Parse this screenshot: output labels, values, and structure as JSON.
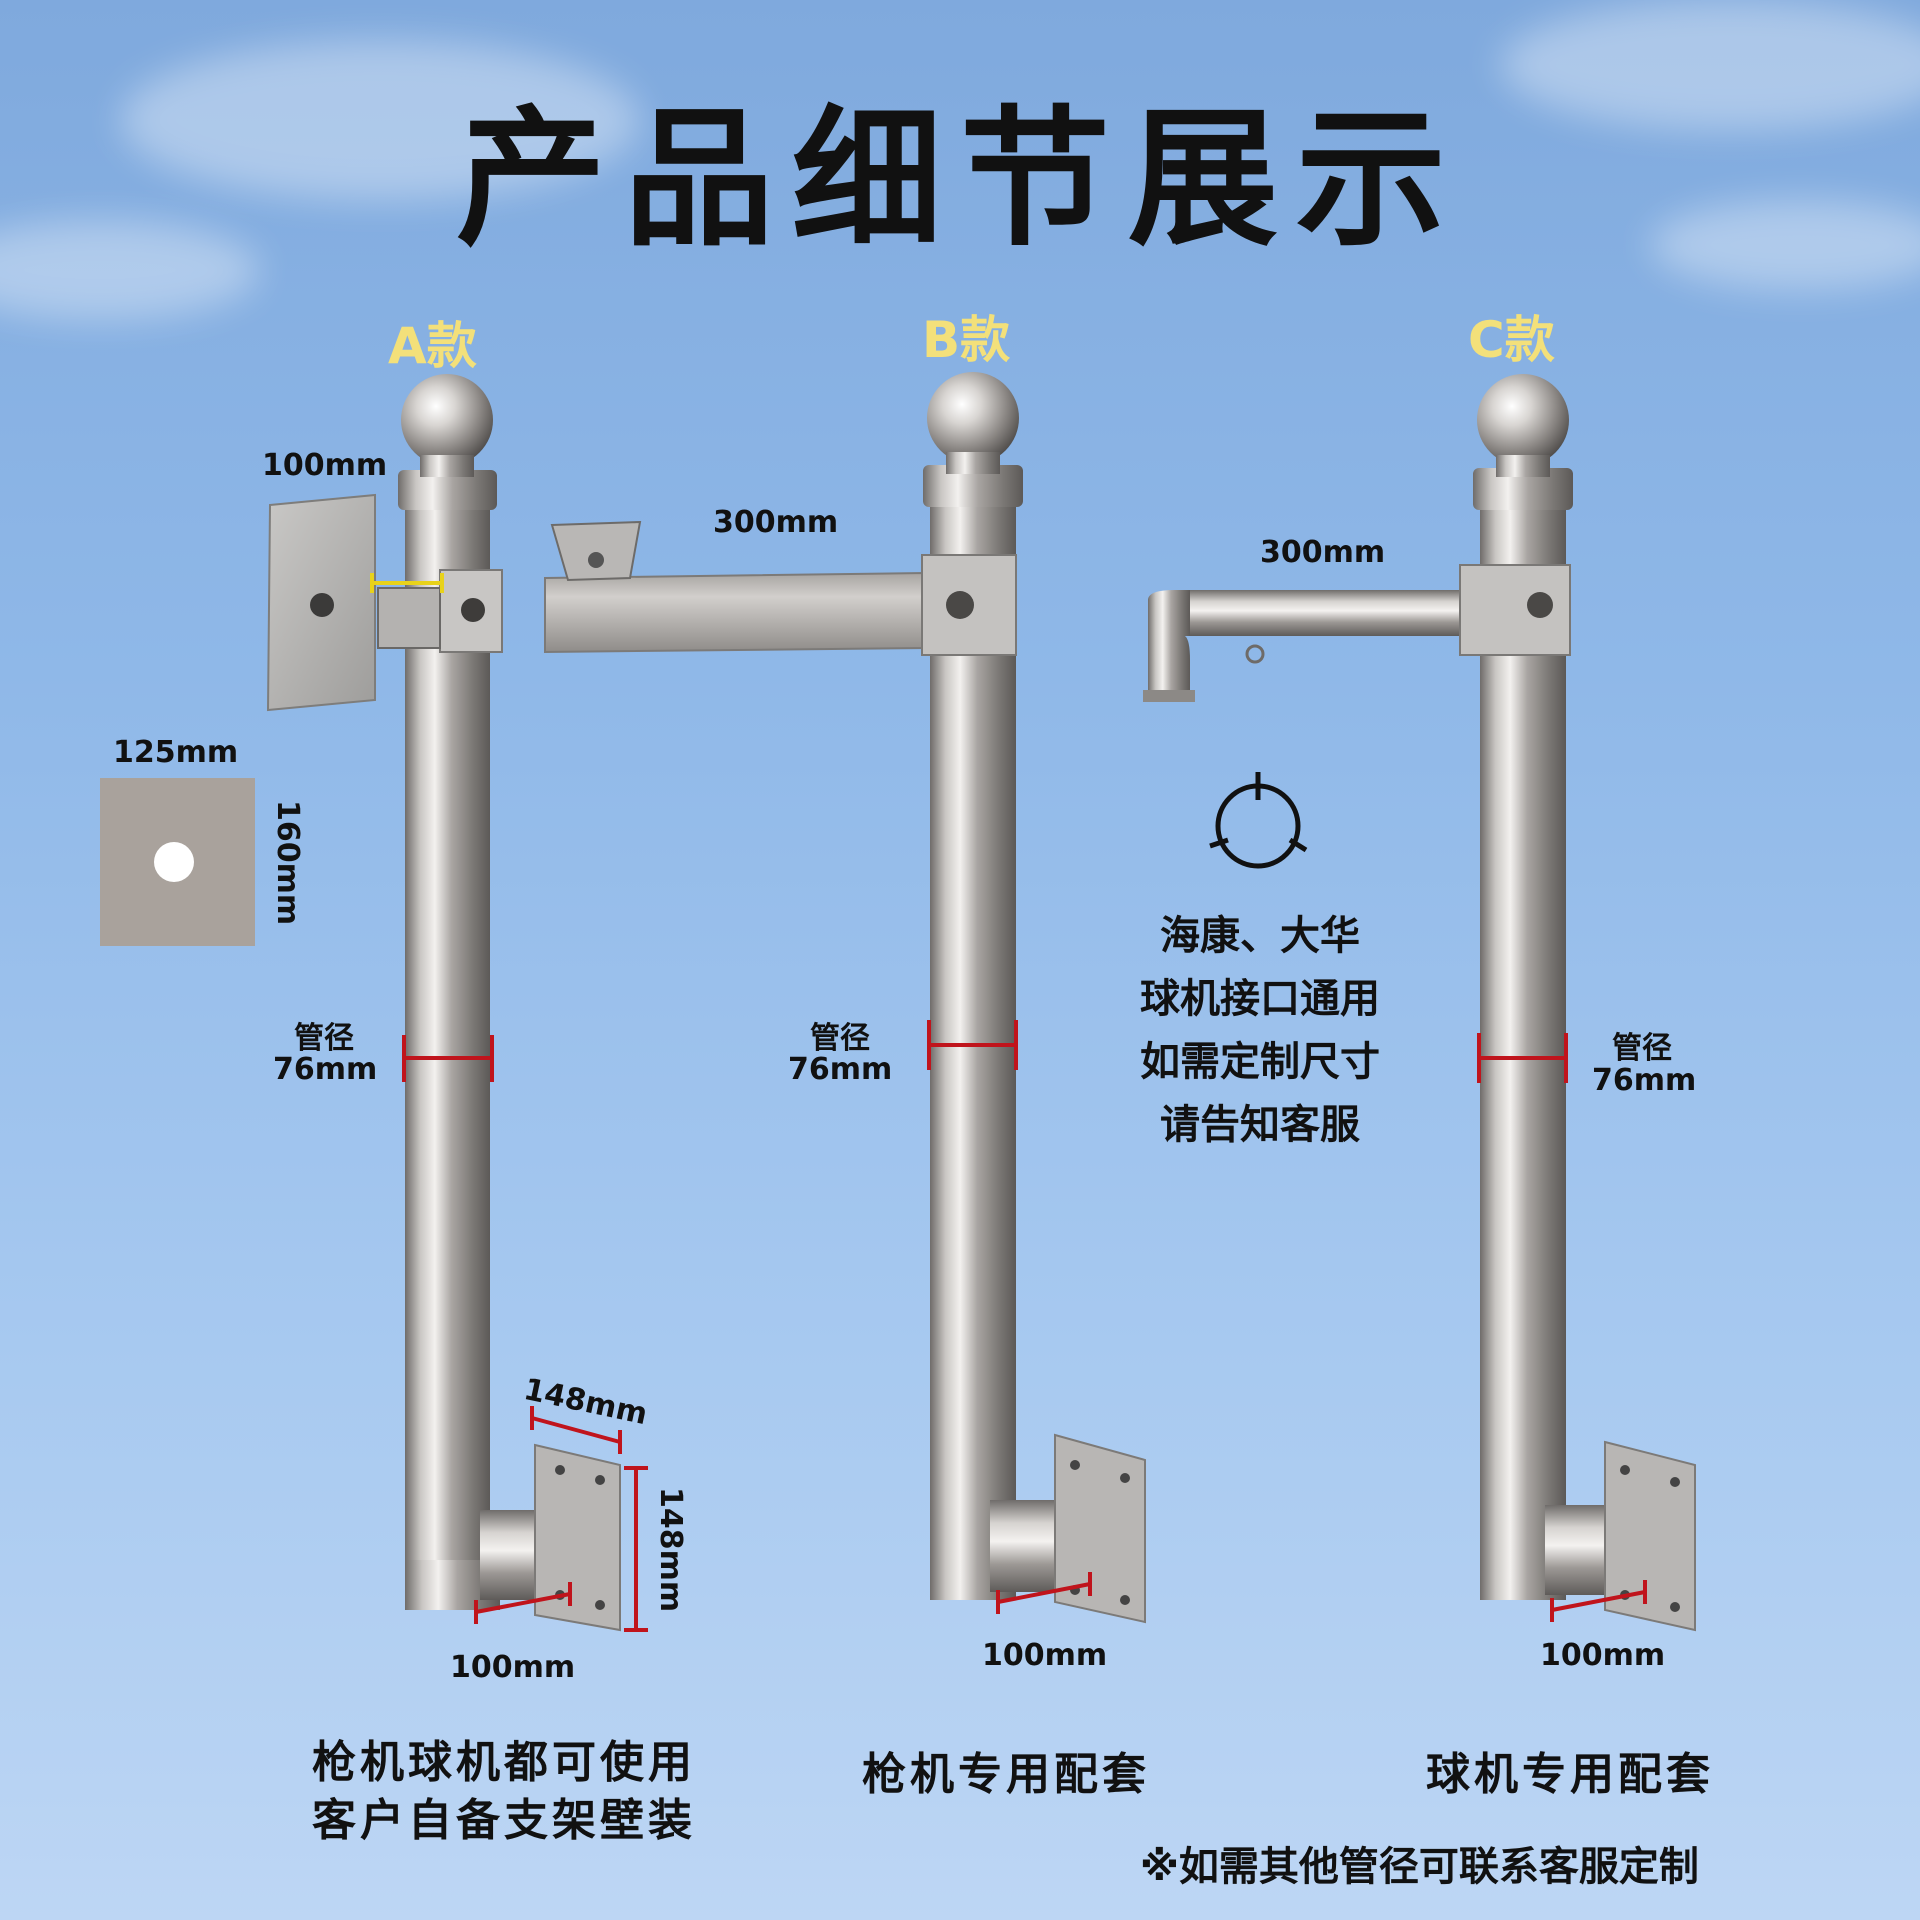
{
  "title": "产品细节展示",
  "variants": [
    {
      "label": "A款",
      "dims": {
        "plate_top_width": "100mm",
        "plate_width": "125mm",
        "plate_height": "160mm",
        "pipe_diameter_label": "管径",
        "pipe_diameter_value": "76mm",
        "base_width": "148mm",
        "base_height": "148mm",
        "base_depth": "100mm"
      },
      "caption": [
        "枪机球机都可使用",
        "客户自备支架壁装"
      ]
    },
    {
      "label": "B款",
      "dims": {
        "arm_length": "300mm",
        "pipe_diameter_label": "管径",
        "pipe_diameter_value": "76mm",
        "base_depth": "100mm"
      },
      "caption": [
        "枪机专用配套"
      ]
    },
    {
      "label": "C款",
      "dims": {
        "arm_length": "300mm",
        "pipe_diameter_label": "管径",
        "pipe_diameter_value": "76mm",
        "base_depth": "100mm"
      },
      "caption": [
        "球机专用配套"
      ]
    }
  ],
  "interface_note": [
    "海康、大华",
    "球机接口通用",
    "如需定制尺寸",
    "请告知客服"
  ],
  "footer_note": "※如需其他管径可联系客服定制",
  "colors": {
    "sky_top": "#7fa9dd",
    "sky_bottom": "#bdd6f4",
    "variant_label": "#f3e07a",
    "dimension_line": "#c0141c",
    "measure_line": "#e8d21a",
    "steel": "#b9b6b3",
    "plate": "#a9a29c"
  }
}
